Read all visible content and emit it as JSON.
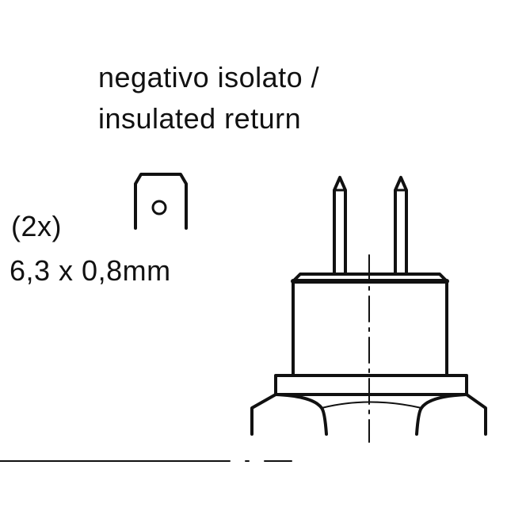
{
  "labels": {
    "title_line_1": "negativo isolato /",
    "title_line_2": "insulated return",
    "terminal_count": "(2x)",
    "terminal_size": "6,3 x 0,8mm"
  },
  "colors": {
    "ink": "#111111",
    "background": "#ffffff"
  }
}
